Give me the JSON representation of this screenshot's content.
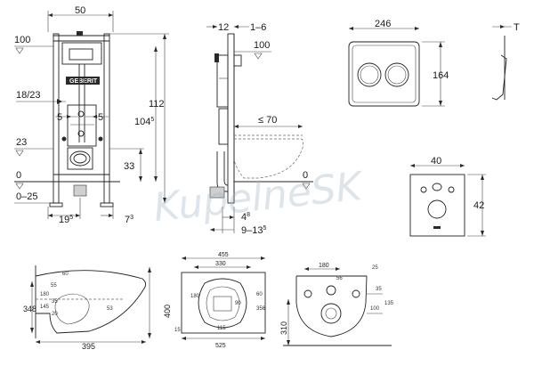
{
  "frame": {
    "top_width": "50",
    "lvl_100": "100",
    "lvl_18_23": "18/23",
    "tick_5_left": "5",
    "tick_5_right": "5",
    "lvl_23": "23",
    "lvl_0": "0",
    "lvl_0_25": "0–25",
    "height_112": "112",
    "height_104": "104",
    "height_104_sup": "5",
    "height_33": "33",
    "bottom_19": "19",
    "bottom_19_sup": "5",
    "bottom_7": "7",
    "bottom_7_sup": "3",
    "brand": "GEBERIT"
  },
  "side": {
    "top_12": "12",
    "top_1_6": "1–6",
    "lvl_100": "100",
    "len_70": "≤ 70",
    "lvl_0": "0",
    "dim_4": "4",
    "dim_4_sup": "8",
    "dim_9_13": "9–13",
    "dim_9_13_sup": "5"
  },
  "plate": {
    "width": "246",
    "height": "164",
    "thickness": "T"
  },
  "acoustic": {
    "width": "40",
    "height": "42"
  },
  "bowl_side": {
    "h_348": "348",
    "len_395": "395",
    "s_145": "145",
    "s_180": "180",
    "s_55": "55",
    "s_53": "53",
    "s_60": "60",
    "s_35": "35",
    "s_20": "20",
    "total_400": "400"
  },
  "bowl_top": {
    "w_455": "455",
    "w_330": "330",
    "w_525": "525",
    "s_180": "180",
    "s_90": "90",
    "s_115": "115",
    "s_15": "15",
    "h_356": "356",
    "s_60": "60"
  },
  "bowl_rear": {
    "w_180": "180",
    "s_25": "25",
    "s_56": "56",
    "s_35": "35",
    "s_135": "135",
    "s_100": "100",
    "h_310": "310"
  },
  "watermark": "KupelneSK"
}
